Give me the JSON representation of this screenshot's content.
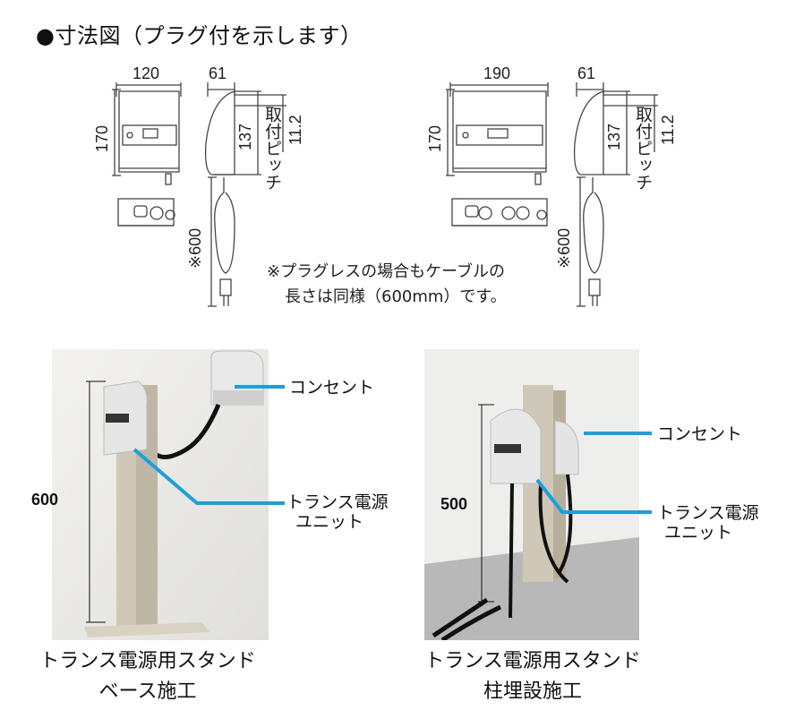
{
  "section_title": "●寸法図（プラグ付を示します）",
  "diagram_left": {
    "width": "120",
    "depth": "61",
    "height": "170",
    "mount_height": "137",
    "pitch_label": "取付ピッチ",
    "pitch_value": "11.2",
    "cable_length": "※600"
  },
  "diagram_right": {
    "width": "190",
    "depth": "61",
    "height": "170",
    "mount_height": "137",
    "pitch_label": "取付ピッチ",
    "pitch_value": "11.2",
    "cable_length": "※600"
  },
  "note": {
    "line1": "※プラグレスの場合もケーブルの",
    "line2": "長さは同様（600mm）です。"
  },
  "photo_left": {
    "height_label": "600",
    "callout_outlet": "コンセント",
    "callout_unit_line1": "トランス電源",
    "callout_unit_line2": "ユニット",
    "caption_line1": "トランス電源用スタンド",
    "caption_line2": "ベース施工"
  },
  "photo_right": {
    "height_label": "500",
    "callout_outlet": "コンセント",
    "callout_unit_line1": "トランス電源",
    "callout_unit_line2": "ユニット",
    "caption_line1": "トランス電源用スタンド",
    "caption_line2": "柱埋設施工"
  },
  "colors": {
    "callout_line": "#1aa0dc",
    "wall": "#ecebe8",
    "post": "#cfc8b8",
    "unit": "#e6e6e6"
  }
}
